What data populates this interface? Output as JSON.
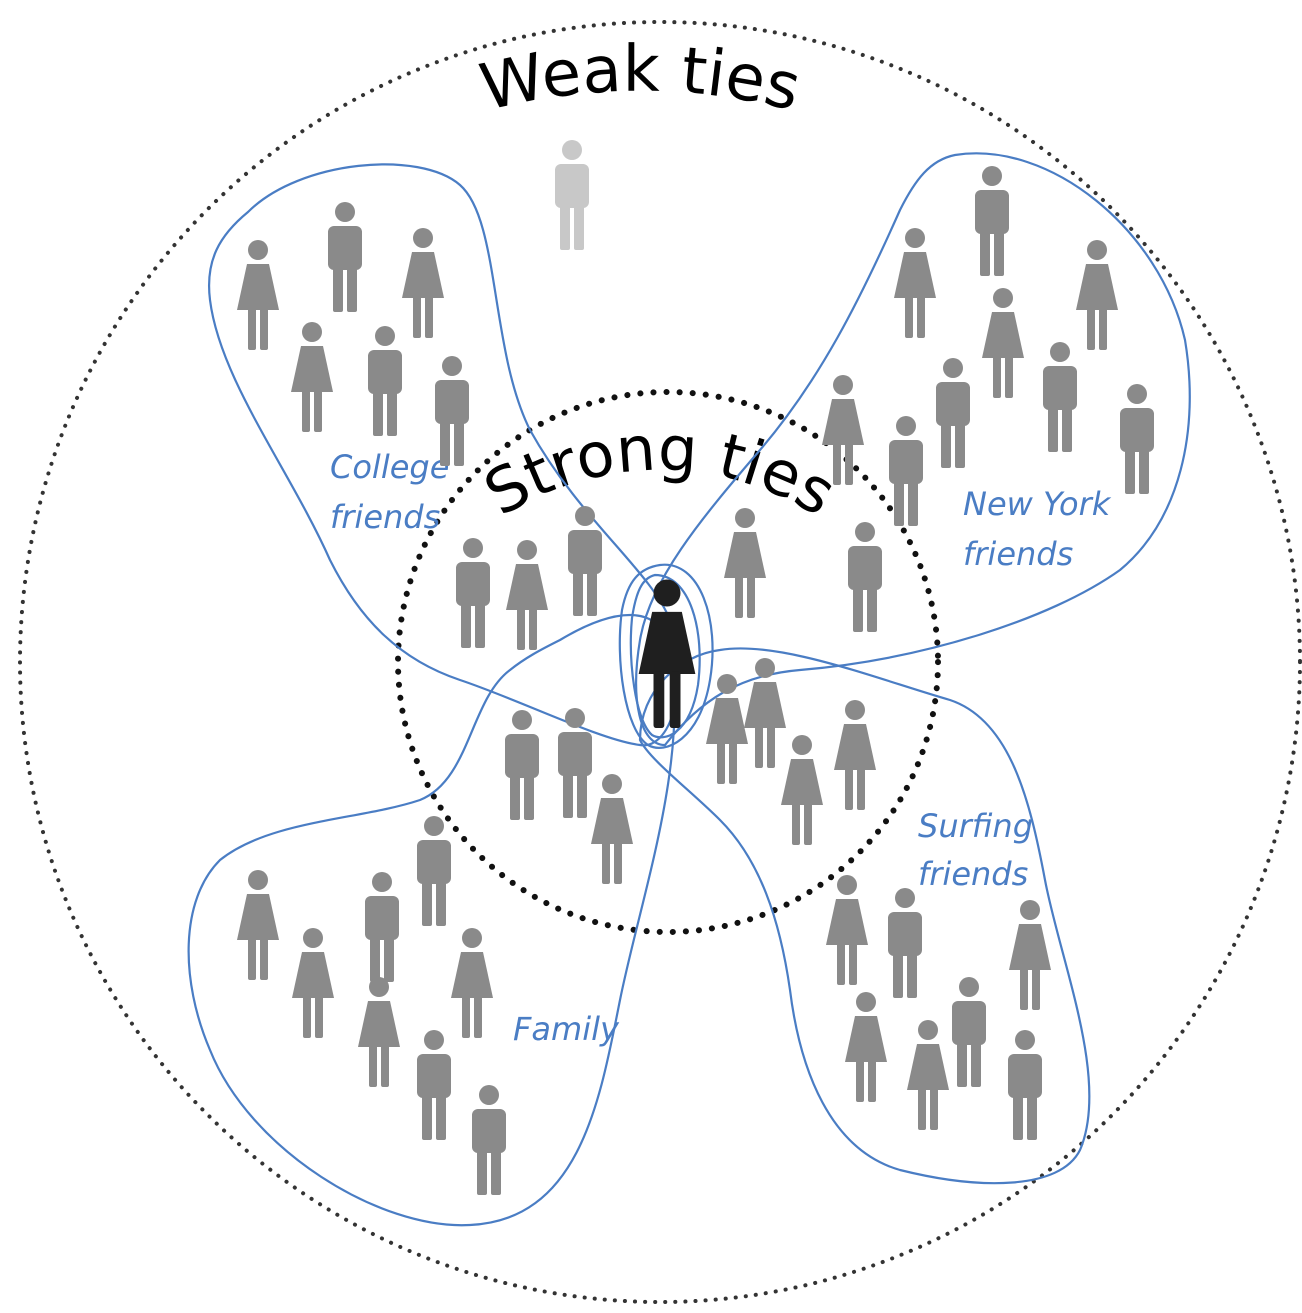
{
  "diagram": {
    "rings": {
      "outer_label": "Weak ties",
      "inner_label": "Strong ties"
    },
    "groups": [
      {
        "id": "college",
        "lines": [
          "College",
          "friends"
        ]
      },
      {
        "id": "newyork",
        "lines": [
          "New York",
          "friends"
        ]
      },
      {
        "id": "surfing",
        "lines": [
          "Surfing",
          "friends"
        ]
      },
      {
        "id": "family",
        "lines": [
          "Family"
        ]
      }
    ],
    "colors": {
      "ring_dots": "#333333",
      "group_outline": "#4a7dc4",
      "person": "#8a8a8a",
      "person_faint": "#c8c8c8",
      "center_person": "#1f1f1f"
    },
    "icons": {
      "person": "person-icon",
      "center_person": "center-person-icon"
    }
  }
}
